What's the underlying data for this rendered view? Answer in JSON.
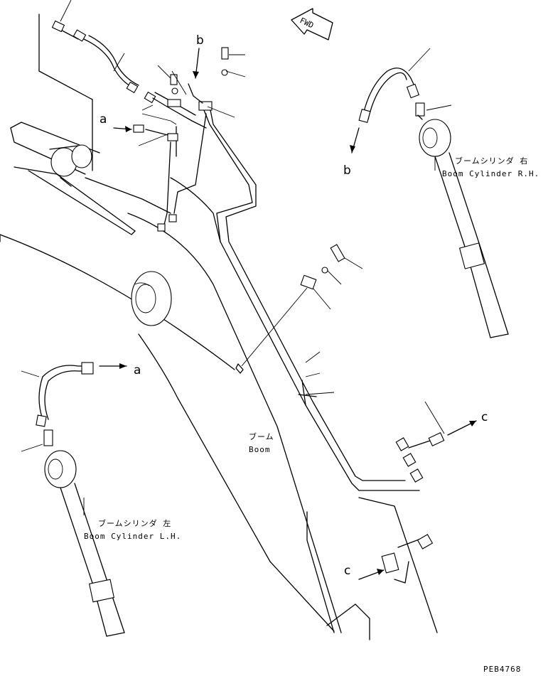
{
  "direction_marker": "FWD",
  "callouts": {
    "a": "a",
    "b": "b",
    "c": "c"
  },
  "labels": {
    "boom_jp": "ブーム",
    "boom_en": "Boom",
    "cyl_rh_jp": "ブームシリンダ 右",
    "cyl_rh_en": "Boom Cylinder R.H.",
    "cyl_lh_jp": "ブームシリンダ 左",
    "cyl_lh_en": "Boom Cylinder L.H."
  },
  "drawing_number": "PEB4768"
}
